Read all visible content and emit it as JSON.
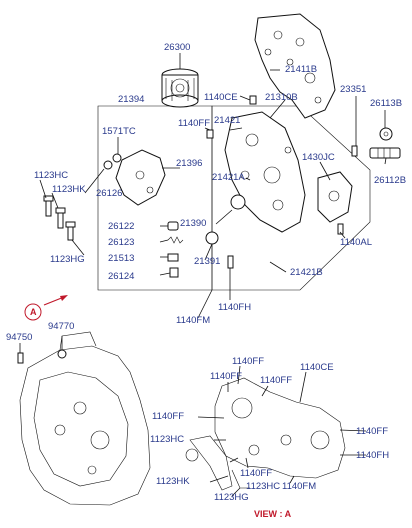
{
  "labels": {
    "p26300": "26300",
    "p21411B": "21411B",
    "p23351": "23351",
    "p21394": "21394",
    "p1140CE_top": "1140CE",
    "p21310B": "21310B",
    "p26113B": "26113B",
    "p1140FF_top": "1140FF",
    "p21421": "21421",
    "p1571TC": "1571TC",
    "p1430JC": "1430JC",
    "p1123HC": "1123HC",
    "p1123HK": "1123HK",
    "p26126": "26126",
    "p21396": "21396",
    "p21421A": "21421A",
    "p26112B": "26112B",
    "p26122": "26122",
    "p21390": "21390",
    "p1140AL": "1140AL",
    "p26123": "26123",
    "p1123HG": "1123HG",
    "p21513": "21513",
    "p21391": "21391",
    "p21421B": "21421B",
    "p26124": "26124",
    "p1140FH": "1140FH",
    "p1140FM": "1140FM",
    "p94770": "94770",
    "p94750": "94750",
    "marker_A": "A",
    "v_1140FF_a": "1140FF",
    "v_1140FF_b": "1140FF",
    "v_1140FF_c": "1140FF",
    "v_1140CE": "1140CE",
    "v_1140FF_d": "1140FF",
    "v_1140FF_e": "1140FF",
    "v_1123HC_a": "1123HC",
    "v_1140FF_f": "1140FF",
    "v_1140FH": "1140FH",
    "v_1123HK": "1123HK",
    "v_1123HC_b": "1123HC",
    "v_1140FM": "1140FM",
    "v_1123HG": "1123HG",
    "view_label": "VIEW : A"
  }
}
